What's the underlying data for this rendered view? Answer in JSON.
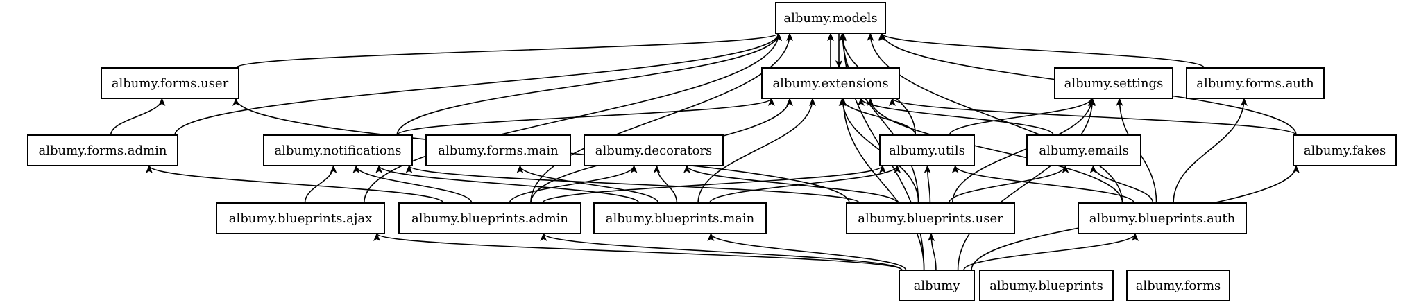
{
  "graph": {
    "direction": "bottom-to-top",
    "nodes": [
      {
        "id": "models",
        "label": "albumy.models"
      },
      {
        "id": "extensions",
        "label": "albumy.extensions"
      },
      {
        "id": "forms_user",
        "label": "albumy.forms.user"
      },
      {
        "id": "settings",
        "label": "albumy.settings"
      },
      {
        "id": "forms_auth",
        "label": "albumy.forms.auth"
      },
      {
        "id": "forms_admin",
        "label": "albumy.forms.admin"
      },
      {
        "id": "notifications",
        "label": "albumy.notifications"
      },
      {
        "id": "forms_main",
        "label": "albumy.forms.main"
      },
      {
        "id": "decorators",
        "label": "albumy.decorators"
      },
      {
        "id": "utils",
        "label": "albumy.utils"
      },
      {
        "id": "emails",
        "label": "albumy.emails"
      },
      {
        "id": "fakes",
        "label": "albumy.fakes"
      },
      {
        "id": "bp_ajax",
        "label": "albumy.blueprints.ajax"
      },
      {
        "id": "bp_admin",
        "label": "albumy.blueprints.admin"
      },
      {
        "id": "bp_main",
        "label": "albumy.blueprints.main"
      },
      {
        "id": "bp_user",
        "label": "albumy.blueprints.user"
      },
      {
        "id": "bp_auth",
        "label": "albumy.blueprints.auth"
      },
      {
        "id": "albumy",
        "label": "albumy"
      },
      {
        "id": "blueprints",
        "label": "albumy.blueprints"
      },
      {
        "id": "forms",
        "label": "albumy.forms"
      }
    ],
    "edges": [
      [
        "extensions",
        "models"
      ],
      [
        "models",
        "extensions"
      ],
      [
        "forms_user",
        "models"
      ],
      [
        "forms_admin",
        "models"
      ],
      [
        "forms_admin",
        "forms_user"
      ],
      [
        "notifications",
        "models"
      ],
      [
        "notifications",
        "extensions"
      ],
      [
        "forms_auth",
        "models"
      ],
      [
        "utils",
        "models"
      ],
      [
        "utils",
        "extensions"
      ],
      [
        "utils",
        "settings"
      ],
      [
        "emails",
        "extensions"
      ],
      [
        "fakes",
        "models"
      ],
      [
        "fakes",
        "extensions"
      ],
      [
        "bp_ajax",
        "models"
      ],
      [
        "bp_ajax",
        "notifications"
      ],
      [
        "bp_admin",
        "models"
      ],
      [
        "bp_admin",
        "extensions"
      ],
      [
        "bp_admin",
        "forms_admin"
      ],
      [
        "bp_admin",
        "decorators"
      ],
      [
        "bp_admin",
        "utils"
      ],
      [
        "bp_admin",
        "notifications"
      ],
      [
        "bp_main",
        "extensions"
      ],
      [
        "bp_main",
        "forms_main"
      ],
      [
        "bp_main",
        "decorators"
      ],
      [
        "bp_main",
        "utils"
      ],
      [
        "bp_main",
        "notifications"
      ],
      [
        "bp_user",
        "models"
      ],
      [
        "bp_user",
        "extensions"
      ],
      [
        "bp_user",
        "forms_user"
      ],
      [
        "bp_user",
        "settings"
      ],
      [
        "bp_user",
        "utils"
      ],
      [
        "bp_user",
        "emails"
      ],
      [
        "bp_user",
        "decorators"
      ],
      [
        "bp_user",
        "notifications"
      ],
      [
        "bp_auth",
        "models"
      ],
      [
        "bp_auth",
        "extensions"
      ],
      [
        "bp_auth",
        "settings"
      ],
      [
        "bp_auth",
        "forms_auth"
      ],
      [
        "bp_auth",
        "utils"
      ],
      [
        "bp_auth",
        "emails"
      ],
      [
        "albumy",
        "models"
      ],
      [
        "albumy",
        "extensions"
      ],
      [
        "albumy",
        "settings"
      ],
      [
        "albumy",
        "fakes"
      ],
      [
        "albumy",
        "bp_ajax"
      ],
      [
        "albumy",
        "bp_admin"
      ],
      [
        "albumy",
        "bp_main"
      ],
      [
        "albumy",
        "bp_user"
      ],
      [
        "albumy",
        "bp_auth"
      ]
    ]
  }
}
